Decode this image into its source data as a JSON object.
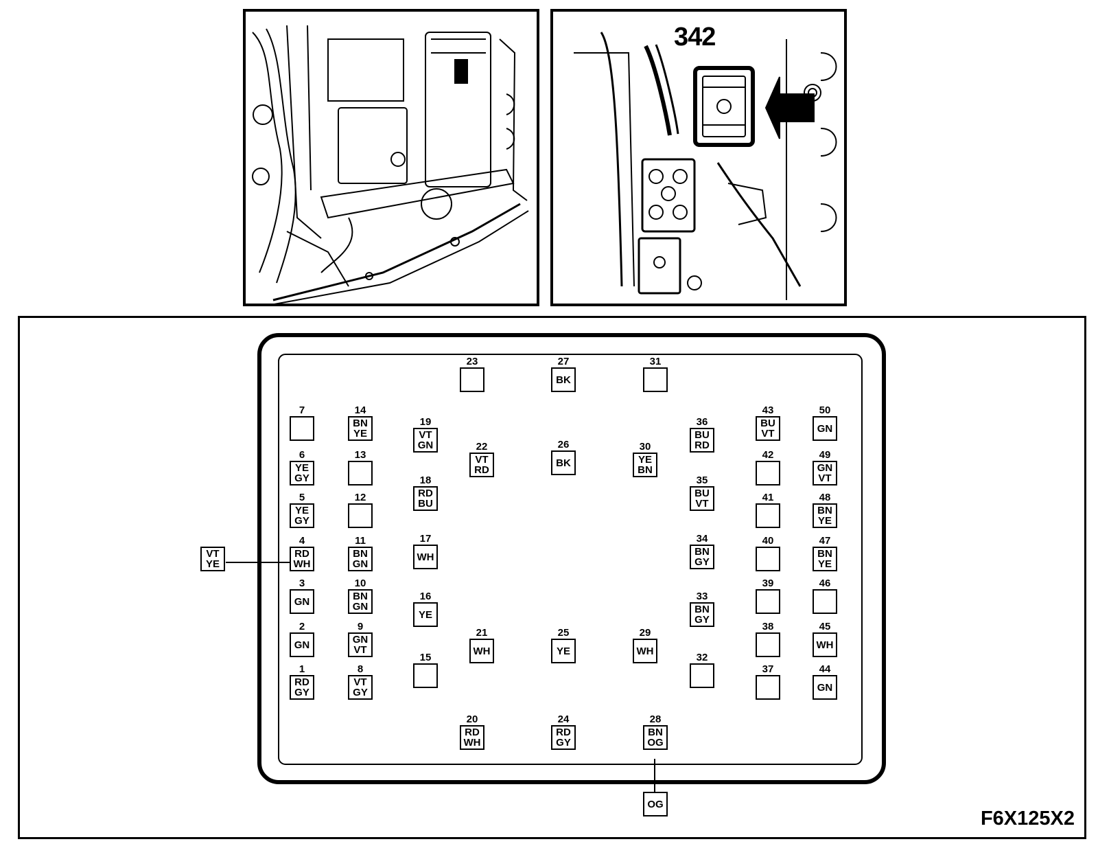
{
  "callout": {
    "number": "342"
  },
  "diagram_code": "F6X125X2",
  "connector": {
    "pins": [
      {
        "num": "1",
        "colors": [
          "RD",
          "GY"
        ]
      },
      {
        "num": "2",
        "colors": [
          "GN"
        ]
      },
      {
        "num": "3",
        "colors": [
          "GN"
        ]
      },
      {
        "num": "4",
        "colors": [
          "RD",
          "WH"
        ]
      },
      {
        "num": "5",
        "colors": [
          "YE",
          "GY"
        ]
      },
      {
        "num": "6",
        "colors": [
          "YE",
          "GY"
        ]
      },
      {
        "num": "7",
        "colors": []
      },
      {
        "num": "8",
        "colors": [
          "VT",
          "GY"
        ]
      },
      {
        "num": "9",
        "colors": [
          "GN",
          "VT"
        ]
      },
      {
        "num": "10",
        "colors": [
          "BN",
          "GN"
        ]
      },
      {
        "num": "11",
        "colors": [
          "BN",
          "GN"
        ]
      },
      {
        "num": "12",
        "colors": []
      },
      {
        "num": "13",
        "colors": []
      },
      {
        "num": "14",
        "colors": [
          "BN",
          "YE"
        ]
      },
      {
        "num": "15",
        "colors": []
      },
      {
        "num": "16",
        "colors": [
          "YE"
        ]
      },
      {
        "num": "17",
        "colors": [
          "WH"
        ]
      },
      {
        "num": "18",
        "colors": [
          "RD",
          "BU"
        ]
      },
      {
        "num": "19",
        "colors": [
          "VT",
          "GN"
        ]
      },
      {
        "num": "20",
        "colors": [
          "RD",
          "WH"
        ]
      },
      {
        "num": "21",
        "colors": [
          "WH"
        ]
      },
      {
        "num": "22",
        "colors": [
          "VT",
          "RD"
        ]
      },
      {
        "num": "23",
        "colors": []
      },
      {
        "num": "24",
        "colors": [
          "RD",
          "GY"
        ]
      },
      {
        "num": "25",
        "colors": [
          "YE"
        ]
      },
      {
        "num": "26",
        "colors": [
          "BK"
        ]
      },
      {
        "num": "27",
        "colors": [
          "BK"
        ]
      },
      {
        "num": "28",
        "colors": [
          "BN",
          "OG"
        ]
      },
      {
        "num": "29",
        "colors": [
          "WH"
        ]
      },
      {
        "num": "30",
        "colors": [
          "YE",
          "BN"
        ]
      },
      {
        "num": "31",
        "colors": []
      },
      {
        "num": "32",
        "colors": []
      },
      {
        "num": "33",
        "colors": [
          "BN",
          "GY"
        ]
      },
      {
        "num": "34",
        "colors": [
          "BN",
          "GY"
        ]
      },
      {
        "num": "35",
        "colors": [
          "BU",
          "VT"
        ]
      },
      {
        "num": "36",
        "colors": [
          "BU",
          "RD"
        ]
      },
      {
        "num": "37",
        "colors": []
      },
      {
        "num": "38",
        "colors": []
      },
      {
        "num": "39",
        "colors": []
      },
      {
        "num": "40",
        "colors": []
      },
      {
        "num": "41",
        "colors": []
      },
      {
        "num": "42",
        "colors": []
      },
      {
        "num": "43",
        "colors": [
          "BU",
          "VT"
        ]
      },
      {
        "num": "44",
        "colors": [
          "GN"
        ]
      },
      {
        "num": "45",
        "colors": [
          "WH"
        ]
      },
      {
        "num": "46",
        "colors": []
      },
      {
        "num": "47",
        "colors": [
          "BN",
          "YE"
        ]
      },
      {
        "num": "48",
        "colors": [
          "BN",
          "YE"
        ]
      },
      {
        "num": "49",
        "colors": [
          "GN",
          "VT"
        ]
      },
      {
        "num": "50",
        "colors": [
          "GN"
        ]
      }
    ],
    "branches": [
      {
        "pin": "4",
        "colors": [
          "VT",
          "YE"
        ]
      },
      {
        "pin": "28",
        "colors": [
          "OG"
        ]
      }
    ]
  }
}
